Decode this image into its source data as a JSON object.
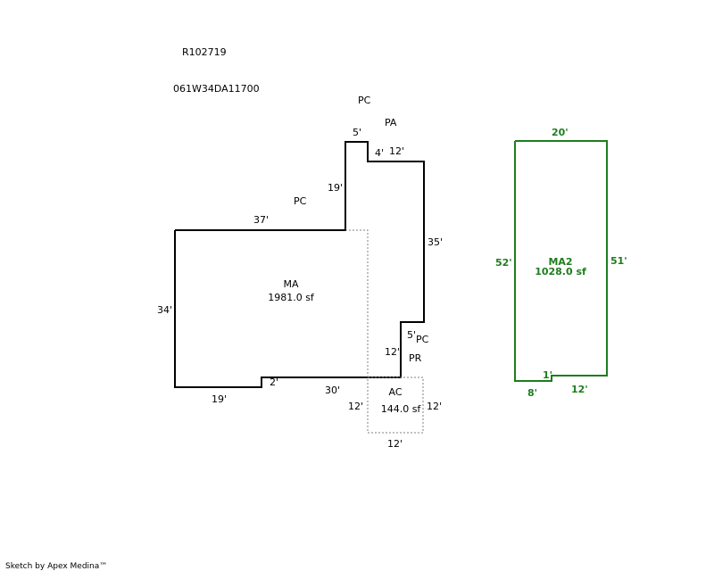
{
  "header": {
    "parcel_id": "R102719",
    "map_number": "061W34DA11700"
  },
  "main_area": {
    "name": "MA",
    "area": "1981.0 sf",
    "dims": {
      "top": "37'",
      "left": "34'",
      "bottom_left": "19'",
      "step": "2'",
      "bottom_right": "30'",
      "right_lower": "12'",
      "jog": "5'",
      "right": "35'",
      "top_right": "12'",
      "notch": "4'",
      "notch_top": "5'",
      "notch_side": "19'"
    }
  },
  "ac_area": {
    "name": "AC",
    "area": "144.0 sf",
    "left": "12'",
    "right": "12'",
    "bottom": "12'"
  },
  "ma2": {
    "name": "MA2",
    "area": "1028.0 sf",
    "top": "20'",
    "left": "52'",
    "right": "51'",
    "bottom_left": "8'",
    "step": "1'",
    "bottom_right": "12'"
  },
  "codes": {
    "pc_top": "PC",
    "pa": "PA",
    "pc_left": "PC",
    "pc_right": "PC",
    "pr": "PR"
  },
  "footer": "Sketch by Apex Medina™",
  "colors": {
    "main_outline": "#000000",
    "ma2_outline": "#1e7d1e",
    "ac_outline": "#808080"
  }
}
